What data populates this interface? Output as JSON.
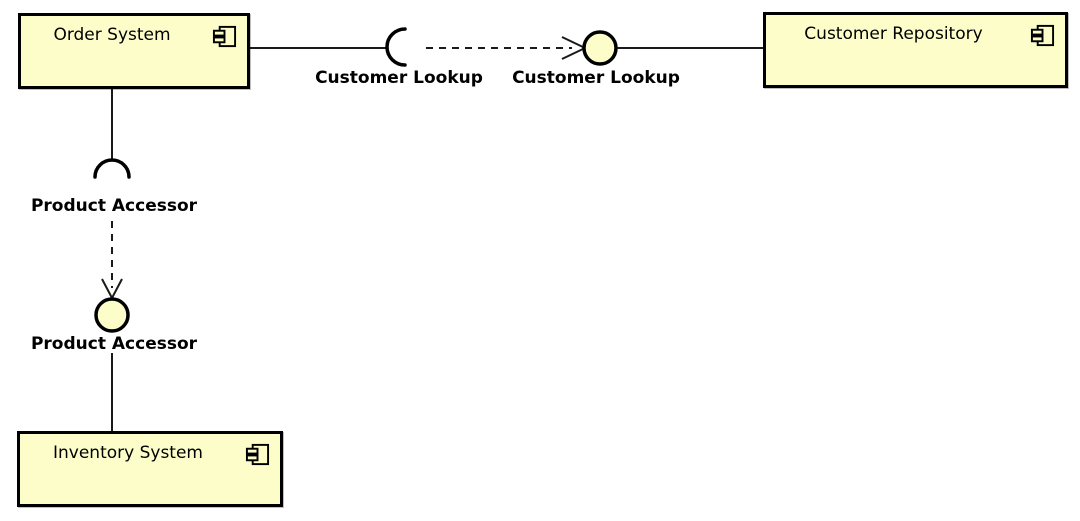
{
  "diagram": {
    "kind": "uml-component-diagram"
  },
  "components": [
    {
      "id": "order-system",
      "label": "Order System"
    },
    {
      "id": "customer-repository",
      "label": "Customer Repository"
    },
    {
      "id": "inventory-system",
      "label": "Inventory System"
    }
  ],
  "interfaces": [
    {
      "id": "customer-lookup-required",
      "label": "Customer Lookup",
      "kind": "required-socket"
    },
    {
      "id": "customer-lookup-provided",
      "label": "Customer Lookup",
      "kind": "provided-ball"
    },
    {
      "id": "product-accessor-required",
      "label": "Product Accessor",
      "kind": "required-socket"
    },
    {
      "id": "product-accessor-provided",
      "label": "Product Accessor",
      "kind": "provided-ball"
    }
  ],
  "connections": [
    {
      "from": "Order System",
      "interface": "Customer Lookup",
      "to": "Customer Repository",
      "style": "required-to-provided"
    },
    {
      "from": "Order System",
      "interface": "Product Accessor",
      "to": "Inventory System",
      "style": "required-to-provided"
    }
  ],
  "colors": {
    "component_fill": "#FDFDCA",
    "component_border": "#000000",
    "connector": "#1a1a1a",
    "label_text": "#000000",
    "background": "#ffffff"
  }
}
